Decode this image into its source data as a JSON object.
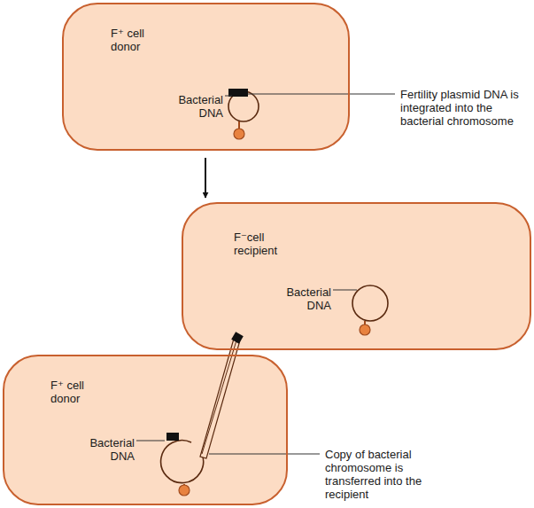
{
  "diagram": {
    "nodes": [
      {
        "text": [
          "F⁺ cell donor",
          "Bacterial DNA"
        ]
      },
      {
        "text": [
          "F⁻cell recipient",
          "Bacterial DNA"
        ]
      },
      {
        "text": [
          "F⁺ cell donor",
          "Bacterial DNA"
        ]
      }
    ],
    "edges": [
      {
        "from": 0,
        "to": 1,
        "arrow": "to"
      }
    ],
    "labels": [
      "Fertility plasmid DNA is integrated into the bacterial chromosome",
      "Copy of bacterial chromosome is transferred into the recipient"
    ]
  }
}
